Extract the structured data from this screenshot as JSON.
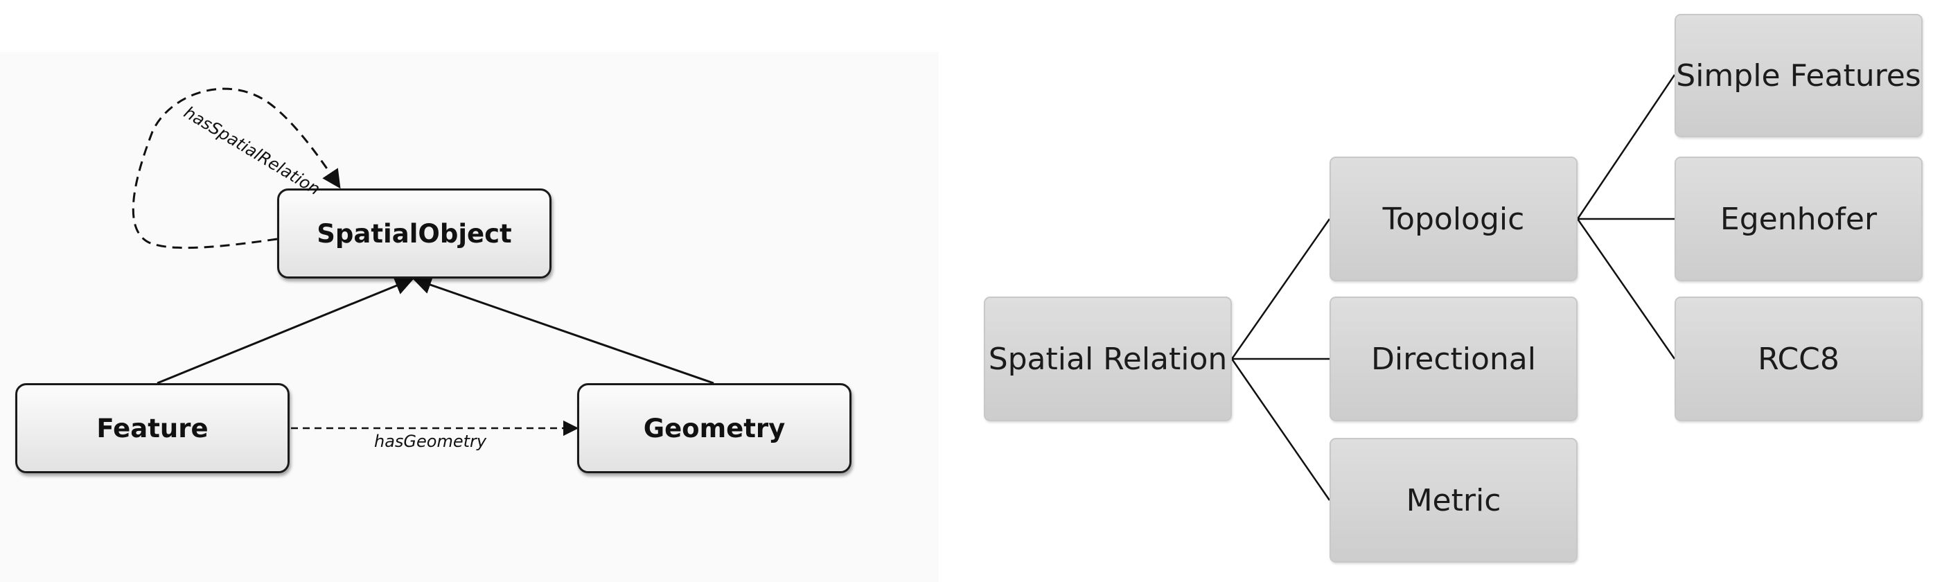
{
  "uml": {
    "spatial_object": "SpatialObject",
    "feature": "Feature",
    "geometry": "Geometry",
    "has_spatial_relation": "hasSpatialRelation",
    "has_geometry": "hasGeometry"
  },
  "tree": {
    "root": "Spatial Relation",
    "topologic": "Topologic",
    "directional": "Directional",
    "metric": "Metric",
    "simple_features": "Simple Features",
    "egenhofer": "Egenhofer",
    "rcc8": "RCC8"
  }
}
